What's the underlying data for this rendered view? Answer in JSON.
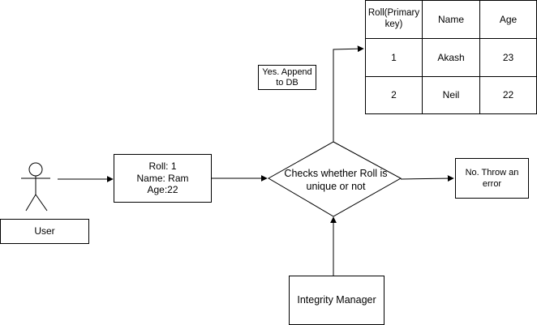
{
  "actor": {
    "label": "User"
  },
  "record": {
    "lines": [
      "Roll: 1",
      "Name: Ram",
      "Age:22"
    ]
  },
  "decision": {
    "label": "Checks whether Roll is unique or not"
  },
  "yes_label": "Yes. Append to DB",
  "no_label": "No. Throw an error",
  "integrity_manager": "Integrity Manager",
  "db_table": {
    "headers": [
      "Roll(Primary key)",
      "Name",
      "Age"
    ],
    "rows": [
      [
        "1",
        "Akash",
        "23"
      ],
      [
        "2",
        "Neil",
        "22"
      ]
    ]
  }
}
